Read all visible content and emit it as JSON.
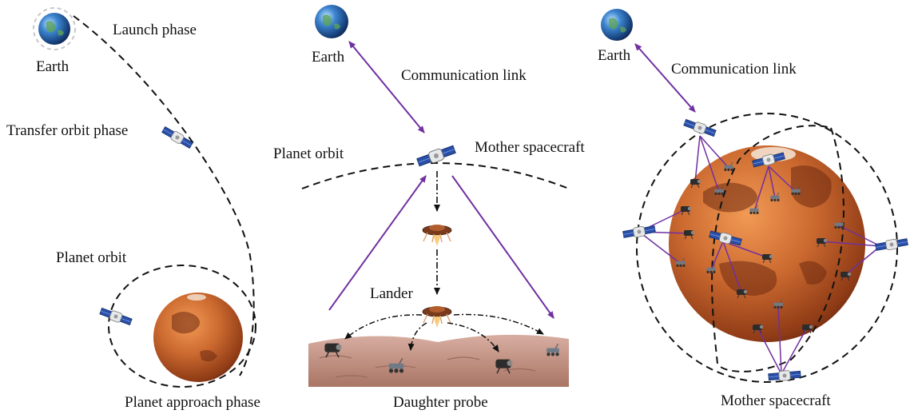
{
  "panel_left": {
    "earth_label": "Earth",
    "launch_label": "Launch phase",
    "transfer_label": "Transfer orbit phase",
    "orbit_label": "Planet orbit",
    "approach_label": "Planet approach phase"
  },
  "panel_middle": {
    "earth_label": "Earth",
    "comm_label": "Communication link",
    "orbit_label": "Planet orbit",
    "mother_label": "Mother spacecraft",
    "lander_label": "Lander",
    "daughter_label": "Daughter probe"
  },
  "panel_right": {
    "earth_label": "Earth",
    "comm_label": "Communication link",
    "mother_label": "Mother spacecraft"
  },
  "colors": {
    "link": "#7030a0",
    "orbit": "#111111",
    "mars": "#c8642a",
    "mars_dark": "#6e2a10",
    "earth": "#2b6cb0",
    "ground": "#c99a8c"
  }
}
